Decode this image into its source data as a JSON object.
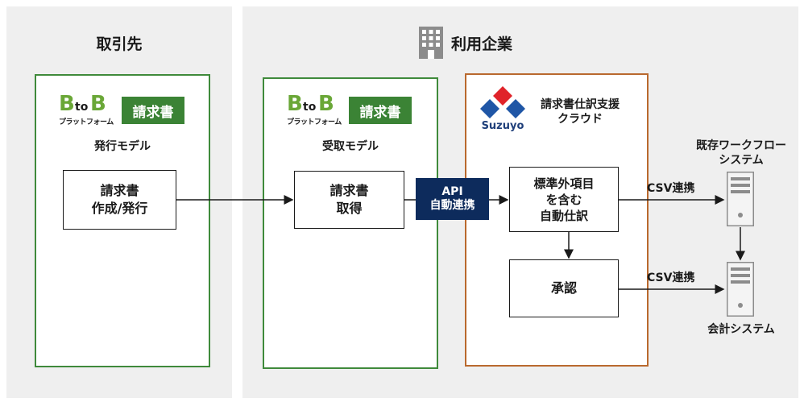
{
  "left_panel": {
    "title": "取引先"
  },
  "right_panel": {
    "title": "利用企業",
    "icon": "building-icon"
  },
  "logo": {
    "b1": "B",
    "to": "to",
    "b2": "B",
    "sub": "プラットフォーム",
    "badge": "請求書"
  },
  "issue_model": {
    "label": "発行モデル",
    "box": "請求書\n作成/発行"
  },
  "receive_model": {
    "label": "受取モデル",
    "box": "請求書\n取得"
  },
  "api": {
    "label": "API\n自動連携"
  },
  "suzuyo": {
    "brand": "Suzuyo",
    "service": "請求書仕訳支援\nクラウド",
    "box_journal": "標準外項目\nを含む\n自動仕訳",
    "box_approve": "承認"
  },
  "flows": {
    "csv1": "CSV連携",
    "csv2": "CSV連携"
  },
  "systems": {
    "workflow": "既存ワークフロー\nシステム",
    "accounting": "会計システム"
  },
  "colors": {
    "green": "#3b8335",
    "orange": "#b9692e",
    "navy": "#0d2b5c",
    "red": "#e0232a",
    "blue": "#1f56a6"
  }
}
